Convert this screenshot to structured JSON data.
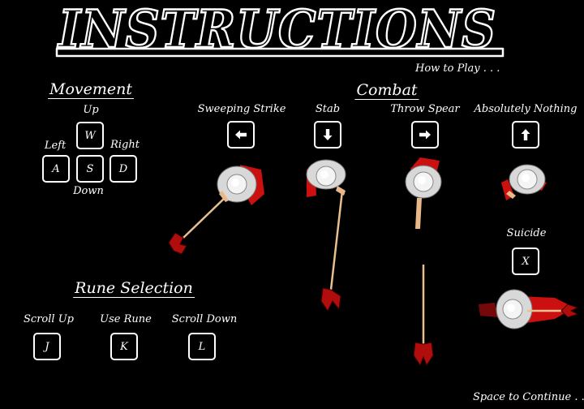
{
  "title": "INSTRUCTIONS",
  "subtitle": "How to Play . . .",
  "movement": {
    "heading": "Movement",
    "up_label": "Up",
    "left_label": "Left",
    "right_label": "Right",
    "down_label": "Down",
    "keys": {
      "up": "W",
      "left": "A",
      "down": "S",
      "right": "D"
    }
  },
  "combat": {
    "heading": "Combat",
    "actions": [
      {
        "label": "Sweeping Strike",
        "icon": "arrow-left-icon"
      },
      {
        "label": "Stab",
        "icon": "arrow-down-icon"
      },
      {
        "label": "Throw Spear",
        "icon": "arrow-right-icon"
      },
      {
        "label": "Absolutely Nothing",
        "icon": "arrow-up-icon"
      }
    ],
    "suicide": {
      "label": "Suicide",
      "key": "X"
    }
  },
  "rune": {
    "heading": "Rune Selection",
    "actions": [
      {
        "label": "Scroll Up",
        "key": "J"
      },
      {
        "label": "Use Rune",
        "key": "K"
      },
      {
        "label": "Scroll Down",
        "key": "L"
      }
    ]
  },
  "footer": {
    "continue_label": "Space to Continue . . ."
  },
  "colors": {
    "background": "#000000",
    "text": "#ffffff",
    "cape": "#cc1010",
    "spear_shaft": "#e8c090",
    "armor": "#e6e6e6"
  }
}
